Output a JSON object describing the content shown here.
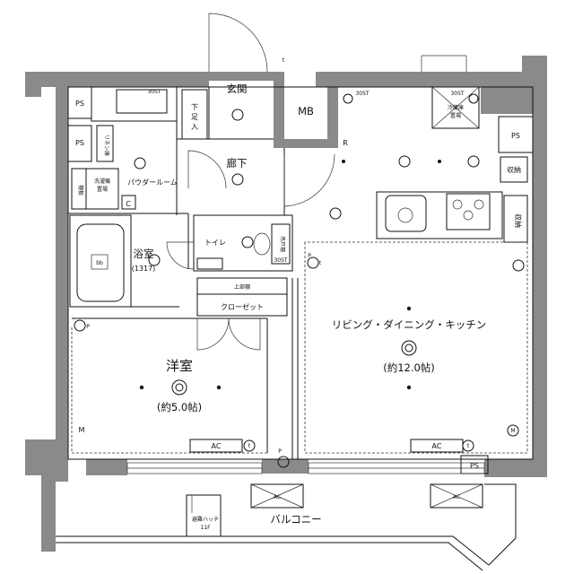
{
  "rooms": {
    "entrance": "玄関",
    "corridor": "廊下",
    "powder_room": "パウダールーム",
    "bath": "浴室",
    "bath_size": "(1317)",
    "toilet": "トイレ",
    "western_room": "洋室",
    "western_room_size": "(約5.0帖)",
    "ldk": "リビング・ダイニング・キッチン",
    "ldk_size": "(約12.0帖)",
    "balcony": "バルコニー"
  },
  "fixtures": {
    "shoe_box": "下足入",
    "meter_box": "MB",
    "linen_closet": "リネン庫",
    "shelf": "棚板",
    "washer_area_1": "洗濯機",
    "washer_area_2": "置場",
    "fridge_1": "冷蔵庫",
    "fridge_2": "置場",
    "storage_1": "収納",
    "storage_2": "収納",
    "upper_shelf": "上部棚",
    "closet": "クローゼット",
    "toilet_shelf": "吊戸棚",
    "escape_hatch_1": "避難ハッチ",
    "escape_hatch_2": "11F",
    "ac_western": "AC",
    "ac_ldk": "AC",
    "ac_balcony_1": "AC",
    "ac_balcony_2": "AC"
  },
  "symbols": {
    "ps_1": "PS",
    "ps_2": "PS",
    "ps_3": "PS",
    "ps_4": "PS",
    "r_mark": "R",
    "c_mark": "C",
    "m_mark_1": "M",
    "m_mark_2": "M",
    "t_1": "t",
    "t_2": "t",
    "t_3": "t",
    "t_4": "t",
    "bb": "bb",
    "p_1": "P",
    "p_2": "P",
    "p_3": "P",
    "sw_1": "30ST",
    "sw_2": "30ST",
    "sw_3": "30ST",
    "sw_4": "30ST"
  }
}
